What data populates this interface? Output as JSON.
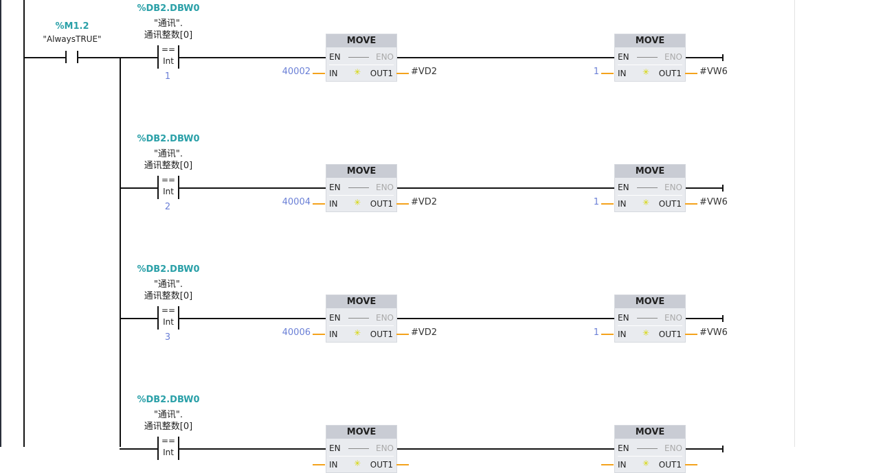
{
  "contact": {
    "address": "%M1.2",
    "symbol": "\"AlwaysTRUE\""
  },
  "rungs": [
    {
      "address": "%DB2.DBW0",
      "sym1": "\"通讯\".",
      "sym2": "通讯整数[0]",
      "op": "==",
      "type": "Int",
      "value": "1",
      "move1": {
        "title": "MOVE",
        "en": "EN",
        "eno": "ENO",
        "in": "IN",
        "out": "OUT1",
        "in_value": "40002",
        "out_value": "#VD2"
      },
      "move2": {
        "title": "MOVE",
        "en": "EN",
        "eno": "ENO",
        "in": "IN",
        "out": "OUT1",
        "in_value": "1",
        "out_value": "#VW6"
      }
    },
    {
      "address": "%DB2.DBW0",
      "sym1": "\"通讯\".",
      "sym2": "通讯整数[0]",
      "op": "==",
      "type": "Int",
      "value": "2",
      "move1": {
        "title": "MOVE",
        "en": "EN",
        "eno": "ENO",
        "in": "IN",
        "out": "OUT1",
        "in_value": "40004",
        "out_value": "#VD2"
      },
      "move2": {
        "title": "MOVE",
        "en": "EN",
        "eno": "ENO",
        "in": "IN",
        "out": "OUT1",
        "in_value": "1",
        "out_value": "#VW6"
      }
    },
    {
      "address": "%DB2.DBW0",
      "sym1": "\"通讯\".",
      "sym2": "通讯整数[0]",
      "op": "==",
      "type": "Int",
      "value": "3",
      "move1": {
        "title": "MOVE",
        "en": "EN",
        "eno": "ENO",
        "in": "IN",
        "out": "OUT1",
        "in_value": "40006",
        "out_value": "#VD2"
      },
      "move2": {
        "title": "MOVE",
        "en": "EN",
        "eno": "ENO",
        "in": "IN",
        "out": "OUT1",
        "in_value": "1",
        "out_value": "#VW6"
      }
    },
    {
      "address": "%DB2.DBW0",
      "sym1": "\"通讯\".",
      "sym2": "通讯整数[0]",
      "op": "==",
      "type": "Int",
      "value": "",
      "move1": {
        "title": "MOVE",
        "en": "EN",
        "eno": "ENO",
        "in": "IN",
        "out": "OUT1",
        "in_value": "",
        "out_value": ""
      },
      "move2": {
        "title": "MOVE",
        "en": "EN",
        "eno": "ENO",
        "in": "IN",
        "out": "OUT1",
        "in_value": "",
        "out_value": ""
      }
    }
  ]
}
